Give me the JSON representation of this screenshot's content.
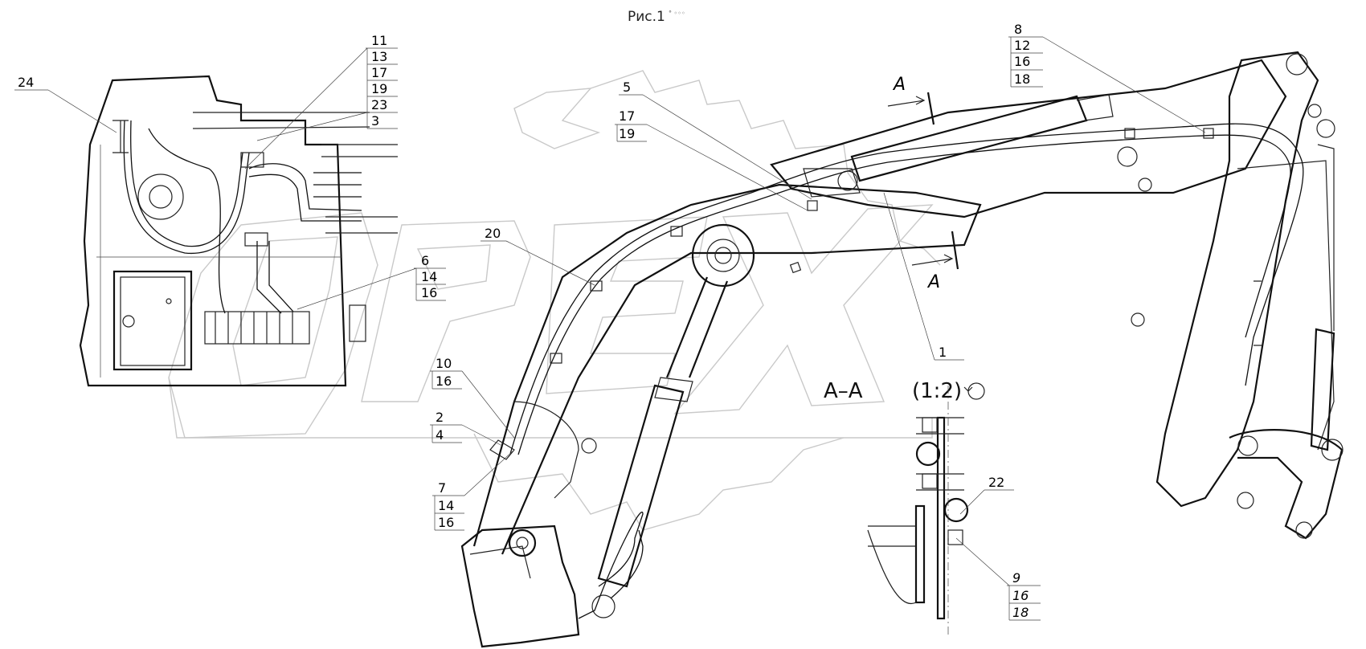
{
  "title": "Рис.1",
  "title_suffix": "° ◦◦◦",
  "section": {
    "name": "A–A",
    "scale": "(1:2)"
  },
  "section_marks": [
    "A",
    "A"
  ],
  "callouts": [
    {
      "lines": [
        "24"
      ]
    },
    {
      "lines": [
        "11",
        "13",
        "17",
        "19",
        "23",
        "3"
      ]
    },
    {
      "lines": [
        "6",
        "14",
        "16"
      ]
    },
    {
      "lines": [
        "5"
      ]
    },
    {
      "lines": [
        "17",
        "19"
      ]
    },
    {
      "lines": [
        "8",
        "12",
        "16",
        "18"
      ]
    },
    {
      "lines": [
        "20"
      ]
    },
    {
      "lines": [
        "1"
      ]
    },
    {
      "lines": [
        "10",
        "16"
      ]
    },
    {
      "lines": [
        "2",
        "4"
      ]
    },
    {
      "lines": [
        "7",
        "14",
        "16"
      ]
    },
    {
      "lines": [
        "22"
      ]
    },
    {
      "lines": [
        "9",
        "16",
        "18"
      ]
    }
  ]
}
